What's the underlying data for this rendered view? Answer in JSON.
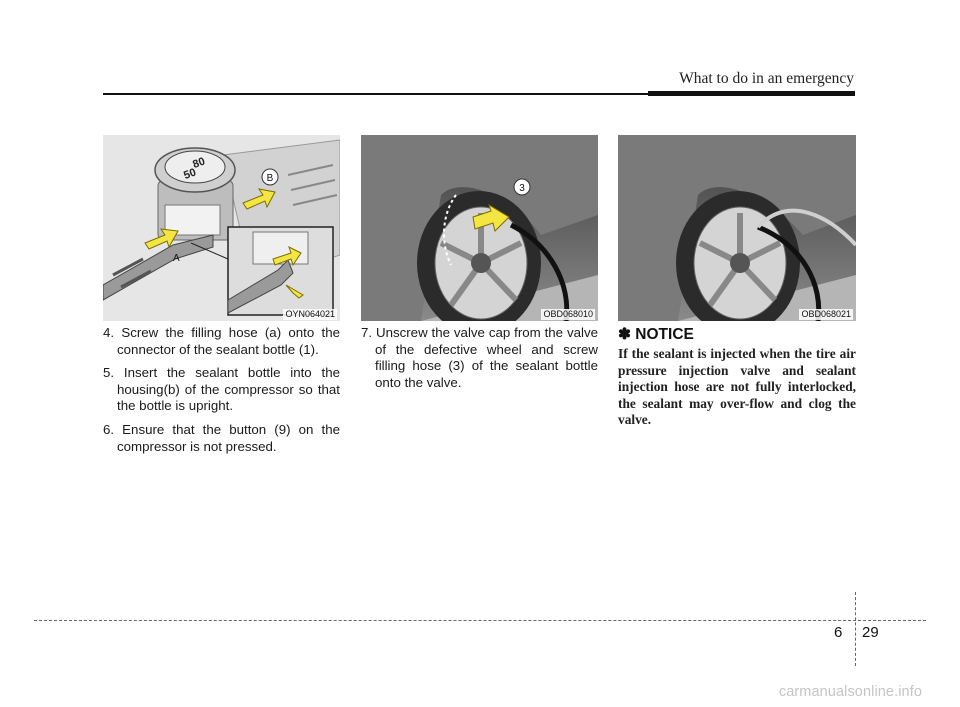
{
  "header": {
    "title": "What to do in an emergency"
  },
  "figures": [
    {
      "code": "OYN064021",
      "callouts": {
        "b": "B",
        "a": "A"
      },
      "gauge": {
        "upper": "80",
        "lower": "50"
      }
    },
    {
      "code": "OBD068010",
      "callouts": {
        "num": "3"
      }
    },
    {
      "code": "OBD068021"
    }
  ],
  "steps_col1": [
    "4. Screw the filling hose (a) onto the connector of the sealant bottle (1).",
    "5. Insert the sealant bottle into the housing(b) of the compressor so that the bottle is upright.",
    "6. Ensure that the button (9) on the compressor is not pressed."
  ],
  "steps_col2": [
    "7. Unscrew the valve cap from the valve of the defective wheel and screw filling hose (3) of the sealant bottle onto the valve."
  ],
  "notice": {
    "title": "✽ NOTICE",
    "body": "If the sealant is injected when the tire air pressure injection valve and sealant injection hose are not fully interlocked, the sealant may over-flow and clog the valve."
  },
  "footer": {
    "chapter": "6",
    "page": "29",
    "watermark": "carmanualsonline.info"
  }
}
